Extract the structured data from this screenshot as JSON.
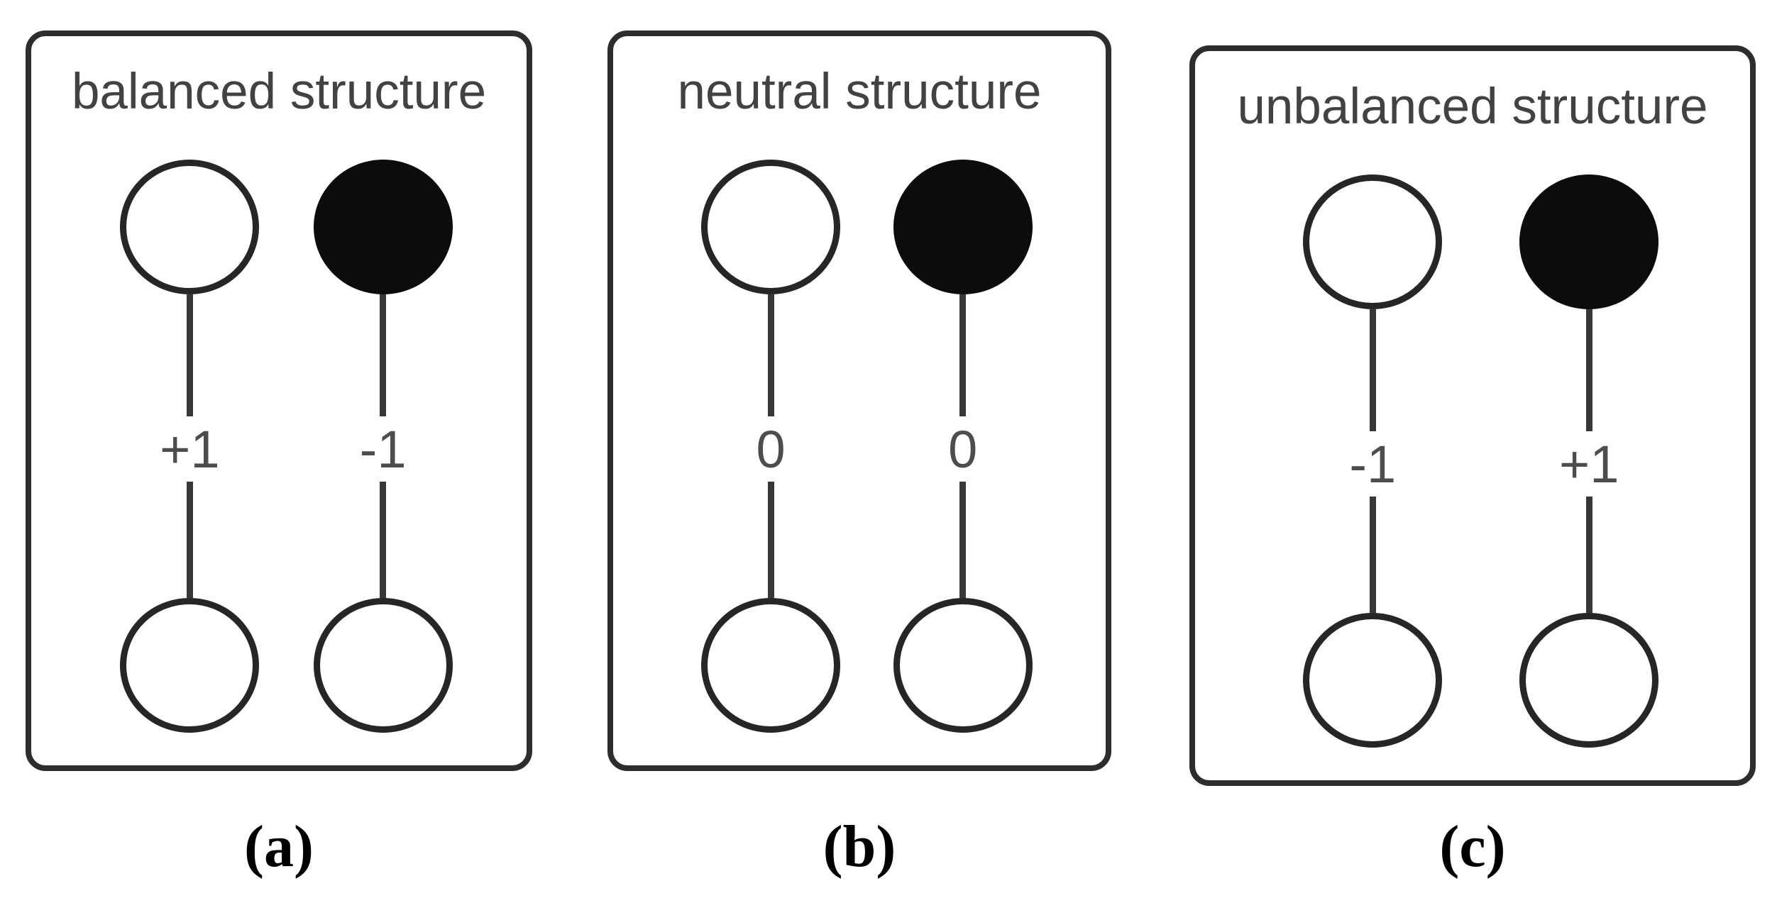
{
  "figure": {
    "colors": {
      "background": "#ffffff",
      "panel_border": "#2d2d2d",
      "edge_line": "#383838",
      "title_text": "#424242",
      "label_text": "#4d4d4d",
      "caption_text": "#000000",
      "node_black": "#0c0c0c",
      "node_white": "#ffffff"
    },
    "panels": [
      {
        "key": "a",
        "title": "balanced structure",
        "caption": "(a)",
        "edges": [
          {
            "label": "+1",
            "top_node": "white",
            "bottom_node": "white"
          },
          {
            "label": "-1",
            "top_node": "black",
            "bottom_node": "white"
          }
        ]
      },
      {
        "key": "b",
        "title": "neutral structure",
        "caption": "(b)",
        "edges": [
          {
            "label": "0",
            "top_node": "white",
            "bottom_node": "white"
          },
          {
            "label": "0",
            "top_node": "black",
            "bottom_node": "white"
          }
        ]
      },
      {
        "key": "c",
        "title": "unbalanced structure",
        "caption": "(c)",
        "edges": [
          {
            "label": "-1",
            "top_node": "white",
            "bottom_node": "white"
          },
          {
            "label": "+1",
            "top_node": "black",
            "bottom_node": "white"
          }
        ]
      }
    ]
  }
}
